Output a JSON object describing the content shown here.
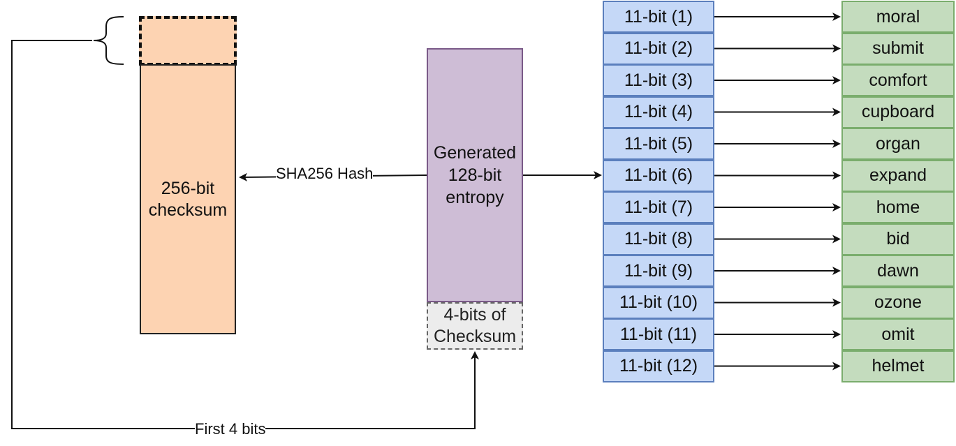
{
  "checksum": {
    "label": "256-bit\nchecksum"
  },
  "entropy": {
    "label": "Generated\n128-bit\nentropy"
  },
  "checksum_bits": {
    "label": "4-bits of\nChecksum"
  },
  "edges": {
    "hash_label": "SHA256 Hash",
    "first_bits_label": "First 4 bits"
  },
  "bit_groups": [
    {
      "label": "11-bit (1)",
      "word": "moral"
    },
    {
      "label": "11-bit (2)",
      "word": "submit"
    },
    {
      "label": "11-bit (3)",
      "word": "comfort"
    },
    {
      "label": "11-bit (4)",
      "word": "cupboard"
    },
    {
      "label": "11-bit (5)",
      "word": "organ"
    },
    {
      "label": "11-bit (6)",
      "word": "expand"
    },
    {
      "label": "11-bit (7)",
      "word": "home"
    },
    {
      "label": "11-bit (8)",
      "word": "bid"
    },
    {
      "label": "11-bit (9)",
      "word": "dawn"
    },
    {
      "label": "11-bit (10)",
      "word": "ozone"
    },
    {
      "label": "11-bit (11)",
      "word": "omit"
    },
    {
      "label": "11-bit (12)",
      "word": "helmet"
    }
  ],
  "colors": {
    "checksum_fill": "#fdd3b2",
    "entropy_fill": "#cebdd6",
    "bit_fill": "#c5d8f7",
    "word_fill": "#c4dcbe",
    "checksum_bits_fill": "#ececec"
  }
}
